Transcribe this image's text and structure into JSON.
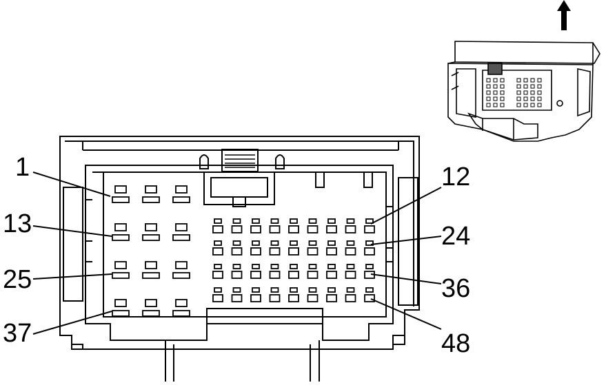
{
  "pin_labels": {
    "p1": "1",
    "p12": "12",
    "p13": "13",
    "p24": "24",
    "p25": "25",
    "p36": "36",
    "p37": "37",
    "p48": "48"
  },
  "orientation_icon": "arrow-up-icon",
  "colors": {
    "line": "#000000",
    "background": "#ffffff"
  }
}
